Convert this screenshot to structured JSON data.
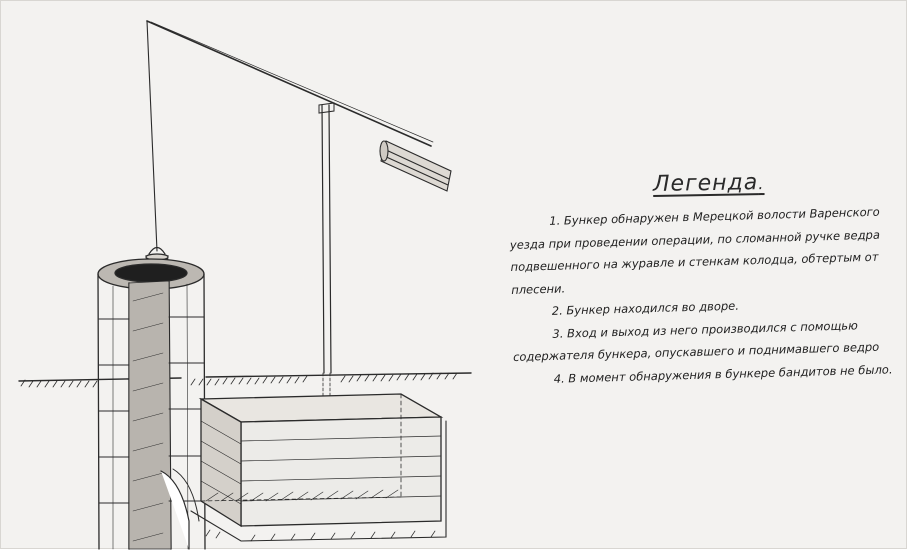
{
  "legend": {
    "title": "Легенда",
    "title_dot": ".",
    "items": [
      "1. Бункер обнаружен в Мерецкой волости Варенского уезда при проведении операции, по сломанной ручке ведра подвешенного на журавле и стенкам колодца, обтертым от плесени.",
      "2. Бункер находился во дворе.",
      "3. Вход и выход из него производился с помощью содержателя бункера, опускавшего и поднимавшего ведро",
      "4. В момент обнаружения в бункере бандитов не было."
    ]
  },
  "drawing": {
    "subject": "well-sweep-with-hidden-bunker",
    "ink_color": "#2b2b2b",
    "paper_color": "#f3f2f0"
  }
}
